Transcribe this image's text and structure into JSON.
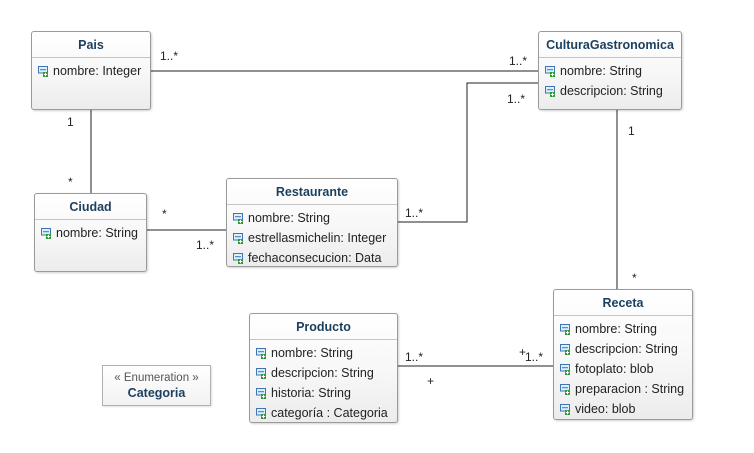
{
  "classes": {
    "pais": {
      "name": "Pais",
      "attributes": [
        "nombre: Integer"
      ]
    },
    "cultura": {
      "name": "CulturaGastronomica",
      "attributes": [
        "nombre: String",
        "descripcion: String"
      ]
    },
    "ciudad": {
      "name": "Ciudad",
      "attributes": [
        "nombre: String"
      ]
    },
    "restaurante": {
      "name": "Restaurante",
      "attributes": [
        "nombre: String",
        "estrellasmichelin: Integer",
        "fechaconsecucion: Data"
      ]
    },
    "producto": {
      "name": "Producto",
      "attributes": [
        "nombre: String",
        "descripcion: String",
        "historia: String",
        "categoría : Categoria"
      ]
    },
    "receta": {
      "name": "Receta",
      "attributes": [
        "nombre: String",
        "descripcion: String",
        "fotoplato: blob",
        "preparacion : String",
        "video: blob"
      ]
    }
  },
  "enumeration": {
    "stereotype": "« Enumeration »",
    "name": "Categoria"
  },
  "multiplicities": {
    "pais_cultura_pais": "1..*",
    "pais_cultura_cultura": "1..*",
    "rest_cultura_cultura": "1..*",
    "rest_cultura_rest": "1..*",
    "pais_ciudad_pais": "1",
    "pais_ciudad_ciudad": "*",
    "ciudad_rest_ciudad": "*",
    "ciudad_rest_rest": "1..*",
    "cultura_receta_cultura": "1",
    "cultura_receta_receta": "*",
    "prod_receta_prod": "1..*",
    "prod_receta_receta": "1..*",
    "prod_plus": "+",
    "receta_plus": "+"
  },
  "colors": {
    "title": "#1b3f5e",
    "border": "#9a9a9a",
    "line": "#222222",
    "icon_green": "#2e9b3a",
    "icon_blue": "#3a76b8"
  }
}
